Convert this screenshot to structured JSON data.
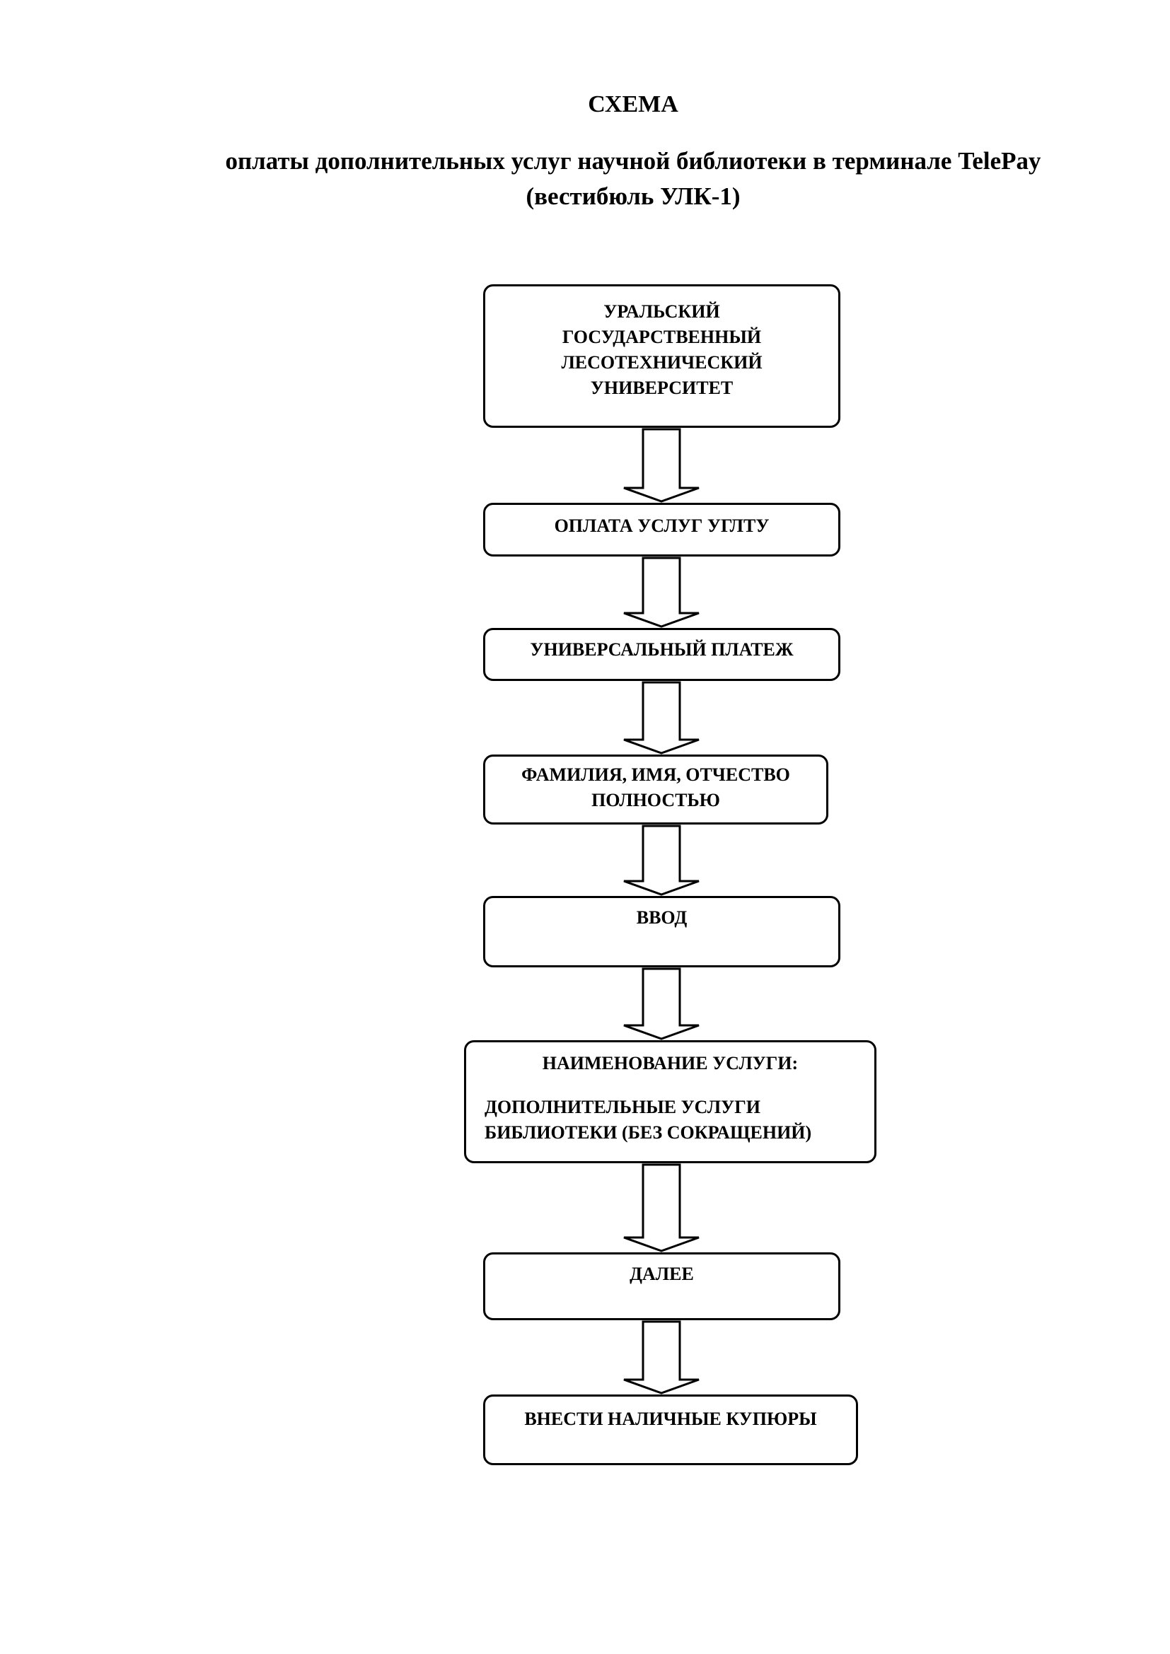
{
  "header": {
    "title": "СХЕМА",
    "subtitle_line1": "оплаты дополнительных услуг научной библиотеки в терминале TelePay",
    "subtitle_line2": "(вестибюль УЛК-1)"
  },
  "flow": {
    "step1": {
      "line1": "УРАЛЬСКИЙ",
      "line2": "ГОСУДАРСТВЕННЫЙ",
      "line3": "ЛЕСОТЕХНИЧЕСКИЙ",
      "line4": "УНИВЕРСИТЕТ"
    },
    "step2": {
      "label": "ОПЛАТА УСЛУГ УГЛТУ"
    },
    "step3": {
      "label": "УНИВЕРСАЛЬНЫЙ ПЛАТЕЖ"
    },
    "step4": {
      "line1": "ФАМИЛИЯ, ИМЯ, ОТЧЕСТВО",
      "line2": "ПОЛНОСТЬЮ"
    },
    "step5": {
      "label": "ВВОД"
    },
    "step6": {
      "heading": "НАИМЕНОВАНИЕ УСЛУГИ:",
      "line1": "ДОПОЛНИТЕЛЬНЫЕ УСЛУГИ",
      "line2": "БИБЛИОТЕКИ (БЕЗ СОКРАЩЕНИЙ)"
    },
    "step7": {
      "label": "ДАЛЕЕ"
    },
    "step8": {
      "label": "ВНЕСТИ НАЛИЧНЫЕ КУПЮРЫ"
    }
  }
}
